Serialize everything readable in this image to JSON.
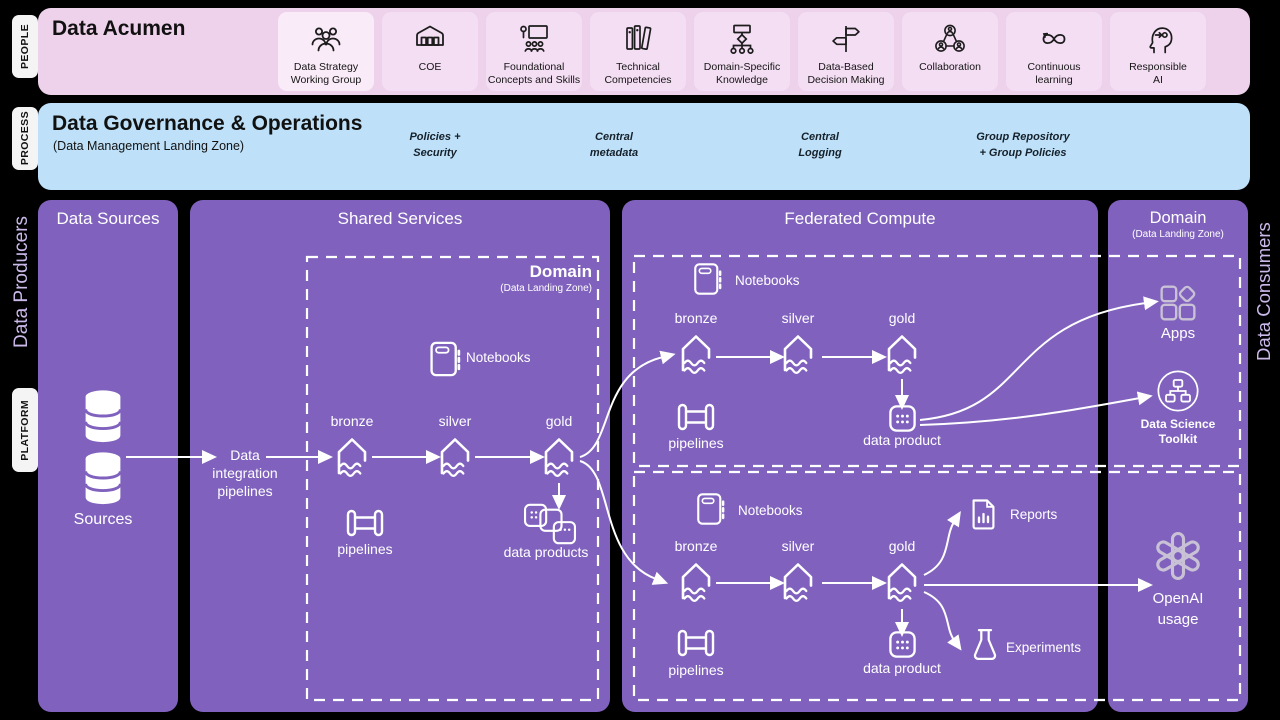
{
  "people": {
    "tab": "PEOPLE",
    "title": "Data Acumen",
    "items": [
      {
        "label": "Data Strategy\nWorking Group",
        "icon": "people-group-icon",
        "active": true
      },
      {
        "label": "COE",
        "icon": "building-icon"
      },
      {
        "label": "Foundational\nConcepts and Skills",
        "icon": "presentation-icon"
      },
      {
        "label": "Technical\nCompetencies",
        "icon": "books-icon"
      },
      {
        "label": "Domain-Specific\nKnowledge",
        "icon": "hierarchy-icon"
      },
      {
        "label": "Data-Based\nDecision Making",
        "icon": "signpost-icon"
      },
      {
        "label": "Collaboration",
        "icon": "collaboration-icon"
      },
      {
        "label": "Continuous\nlearning",
        "icon": "infinity-icon"
      },
      {
        "label": "Responsible\nAI",
        "icon": "head-ai-icon"
      }
    ]
  },
  "process": {
    "tab": "PROCESS",
    "title": "Data Governance & Operations",
    "subtitle": "(Data Management Landing Zone)",
    "labels": [
      "Policies +\nSecurity",
      "Central\nmetadata",
      "Central\nLogging",
      "Group Repository\n+ Group Policies"
    ]
  },
  "platform": {
    "tab": "PLATFORM",
    "left_label": "Data Producers",
    "right_label": "Data Consumers",
    "sources": {
      "title": "Data Sources",
      "label": "Sources",
      "icon": "database-icon"
    },
    "shared": {
      "title": "Shared Services",
      "domain_title": "Domain",
      "domain_subtitle": "(Data Landing Zone)",
      "integration_label": "Data\nintegration\npipelines",
      "notebooks": "Notebooks",
      "stages": [
        "bronze",
        "silver",
        "gold"
      ],
      "pipelines": "pipelines",
      "data_products": "data products"
    },
    "federated": {
      "title": "Federated Compute",
      "boxes": [
        {
          "notebooks": "Notebooks",
          "stages": [
            "bronze",
            "silver",
            "gold"
          ],
          "pipelines": "pipelines",
          "data_product": "data product"
        },
        {
          "notebooks": "Notebooks",
          "stages": [
            "bronze",
            "silver",
            "gold"
          ],
          "pipelines": "pipelines",
          "data_product": "data product",
          "reports": "Reports",
          "experiments": "Experiments"
        }
      ]
    },
    "domain": {
      "title": "Domain",
      "subtitle": "(Data Landing Zone)",
      "apps": "Apps",
      "toolkit": "Data Science\nToolkit",
      "openai": "OpenAI\nusage"
    }
  },
  "icons": {
    "lakehouse": "house-with-waves",
    "pipeline": "pipe",
    "notebook": "notebook",
    "data_product": "square-with-dots",
    "database": "stacked-cylinders",
    "reports": "document-bar-chart",
    "experiments": "flask",
    "apps": "app-grid-tilted-tile",
    "toolkit": "circle-sitemap",
    "openai": "openai-knot"
  },
  "colors": {
    "people_panel": "#EED2EC",
    "people_card": "#F4DEF3",
    "people_card_active": "#F9EBF8",
    "process_panel": "#BEE1F9",
    "platform_panel": "#8062BE",
    "side_label": "#CBB9EA",
    "icon_muted": "#C9C2D6",
    "white": "#FFFFFF"
  }
}
